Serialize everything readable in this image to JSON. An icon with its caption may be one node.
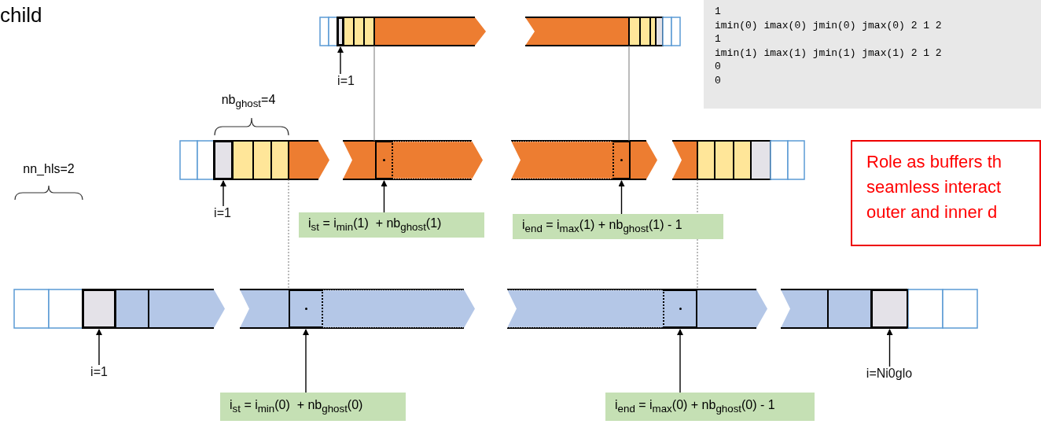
{
  "diagram": {
    "nodes": [
      {
        "text": [
          "i=1"
        ]
      },
      {
        "text": [],
        "shape": "box"
      },
      {
        "text": [
          "i=1"
        ]
      },
      {
        "text": [],
        "shape": "box"
      },
      {
        "text": [
          "i$_{st}$ = i$_{min}$(1)  + nb$_{ghost}$(1)"
        ]
      },
      {
        "text": [],
        "shape": "box"
      },
      {
        "text": [
          "i$_{end}$ = i$_{max}$(1) + nb$_{ghost}$(1) - 1"
        ]
      },
      {
        "text": [],
        "shape": "box"
      },
      {
        "text": [
          "i=1"
        ]
      },
      {
        "text": [],
        "shape": "box"
      },
      {
        "text": [
          "i$_{st}$ = i$_{min}$(0)  + nb$_{ghost}$(0)"
        ]
      },
      {
        "text": [],
        "shape": "box"
      },
      {
        "text": [
          "i$_{end}$ = i$_{max}$(0) + nb$_{ghost}$(0) - 1"
        ]
      },
      {
        "text": [],
        "shape": "box"
      },
      {
        "text": [
          "i=Ni0glo"
        ]
      },
      {
        "text": [],
        "shape": "box"
      },
      {
        "text": [
          "1",
          "imin(0) imax(0) jmin(0) jmax(0) 2 1 2",
          "1",
          "imin(1) imax(1) jmin(1) jmax(1) 2 1 2",
          "0",
          "0"
        ]
      },
      {
        "text": [
          "Role as buffers th seamless interact outer and inner d"
        ]
      }
    ],
    "edges": [
      {
        "from": 0,
        "to": 1,
        "arrow": "to"
      },
      {
        "from": 2,
        "to": 3,
        "arrow": "to"
      },
      {
        "from": 4,
        "to": 5,
        "arrow": "to"
      },
      {
        "from": 6,
        "to": 7,
        "arrow": "to"
      },
      {
        "from": 8,
        "to": 9,
        "arrow": "to"
      },
      {
        "from": 10,
        "to": 11,
        "arrow": "to"
      },
      {
        "from": 12,
        "to": 13,
        "arrow": "to"
      },
      {
        "from": 14,
        "to": 15,
        "arrow": "to"
      }
    ],
    "labels": [
      "child",
      "nb$_{ghost}$=4",
      "nn_hls=2"
    ]
  }
}
